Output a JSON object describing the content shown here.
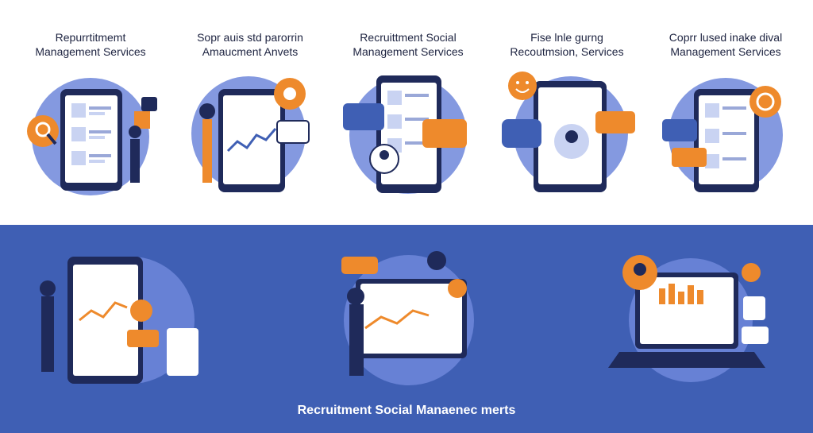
{
  "colors": {
    "top_background": "#ffffff",
    "bottom_background": "#3f5fb4",
    "circle_blue": "#6f87db",
    "accent_orange": "#ee8a2c",
    "phone_frame": "#1f2a5a",
    "text_dark": "#1d2340"
  },
  "panels": [
    {
      "title_line1": "Repurrtitmemt",
      "title_line2": "Management Services"
    },
    {
      "title_line1": "Sopr auis std parorrin",
      "title_line2": "Amaucment Anvets"
    },
    {
      "title_line1": "Recruittment Social",
      "title_line2": "Management Services"
    },
    {
      "title_line1": "Fise lnle gurng",
      "title_line2": "Recoutmsion, Services"
    },
    {
      "title_line1": "Coprr lused inake dival",
      "title_line2": "Management Services"
    }
  ],
  "icons": [
    "magnifier-icon",
    "chart-icon",
    "gear-icon",
    "chat-bubble-icon",
    "user-avatar-icon",
    "smiley-icon",
    "target-icon",
    "laptop-icon",
    "location-pin-icon"
  ],
  "caption": "Recruitment Social Manaenec merts"
}
